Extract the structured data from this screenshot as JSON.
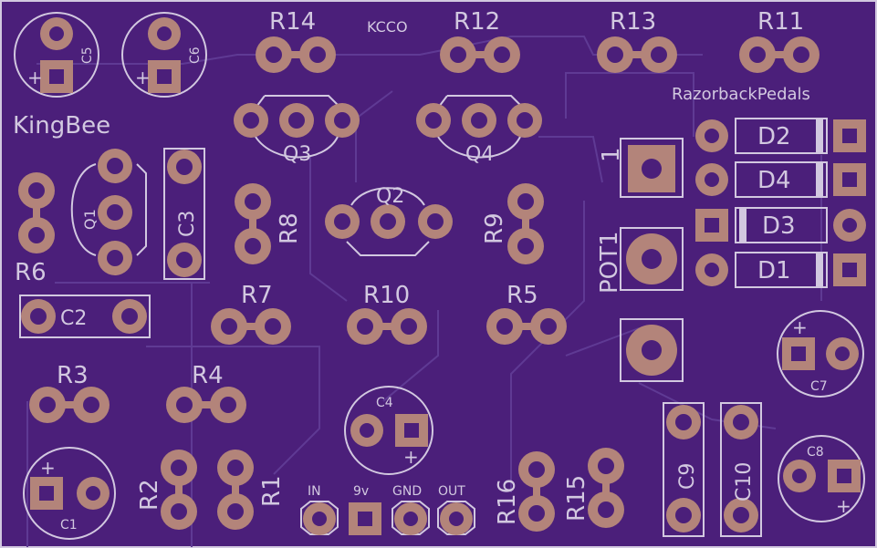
{
  "board": {
    "title": "KingBee",
    "brand": "RazorbackPedals",
    "code": "KCCO",
    "background": "#4b1f7a",
    "pad_color": "#b3847a",
    "silk_color": "#d2c8e0"
  },
  "labels": {
    "R14": "R14",
    "R12": "R12",
    "R13": "R13",
    "R11": "R11",
    "Q3": "Q3",
    "Q4": "Q4",
    "Q2": "Q2",
    "Q1": "Q1",
    "R8": "R8",
    "R9": "R9",
    "R6": "R6",
    "R7": "R7",
    "R10": "R10",
    "R5": "R5",
    "R3": "R3",
    "R4": "R4",
    "R2": "R2",
    "R1": "R1",
    "R16": "R16",
    "R15": "R15",
    "C1": "C1",
    "C2": "C2",
    "C3": "C3",
    "C4": "C4",
    "C5": "C5",
    "C6": "C6",
    "C7": "C7",
    "C8": "C8",
    "C9": "C9",
    "C10": "C10",
    "D1": "D1",
    "D2": "D2",
    "D3": "D3",
    "D4": "D4",
    "POT1": "POT1",
    "pot_pin": "1"
  },
  "connectors": {
    "in": "IN",
    "v9": "9v",
    "gnd": "GND",
    "out": "OUT"
  },
  "polarity": {
    "plus": "+"
  }
}
